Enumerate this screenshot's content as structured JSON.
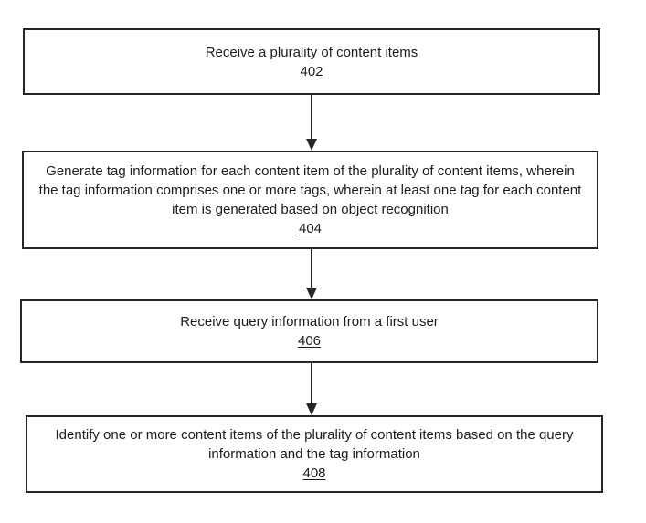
{
  "figure": {
    "type": "flowchart",
    "colors": {
      "border": "#262626",
      "text": "#1c1c1c",
      "background": "#ffffff"
    },
    "steps": [
      {
        "text": "Receive a plurality of content items",
        "ref": "402"
      },
      {
        "text": "Generate tag information for each content item of the plurality of content items, wherein\nthe tag information comprises one or more tags, wherein at least one tag for each content\nitem is generated based on object recognition",
        "ref": "404"
      },
      {
        "text": "Receive query information from a first user",
        "ref": "406"
      },
      {
        "text": "Identify one or more content items of the plurality of content items based on the query\ninformation and the tag information",
        "ref": "408"
      }
    ],
    "connections": [
      {
        "from": "402",
        "to": "404"
      },
      {
        "from": "404",
        "to": "406"
      },
      {
        "from": "406",
        "to": "408"
      }
    ]
  }
}
